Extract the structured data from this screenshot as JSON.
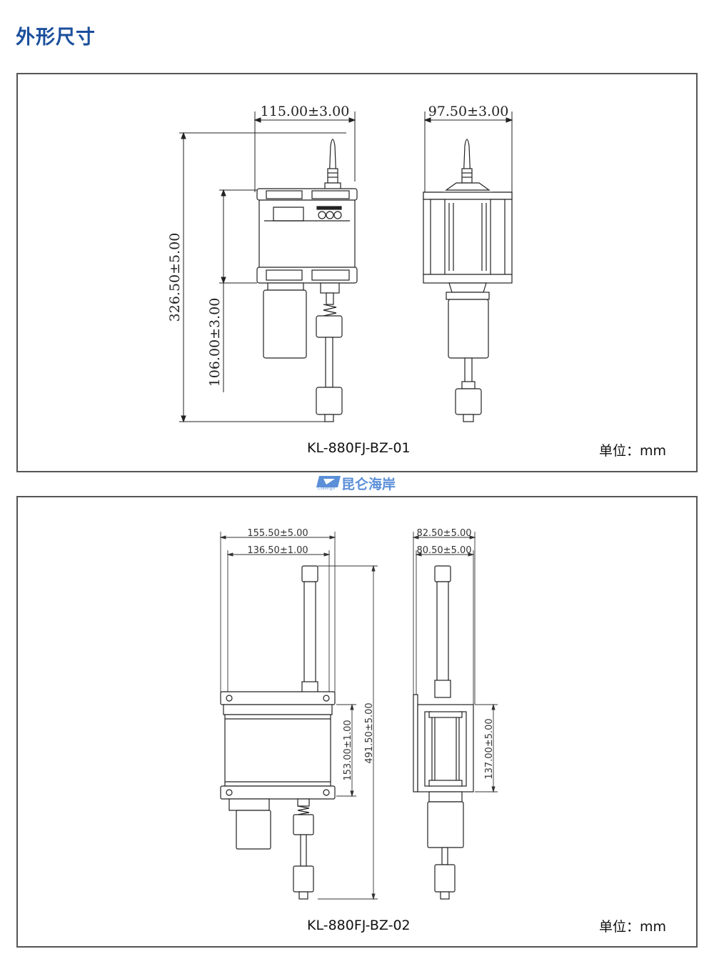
{
  "page": {
    "title": "外形尺寸"
  },
  "panel1": {
    "model": "KL-880FJ-BZ-01",
    "unit": "单位：mm",
    "dims": {
      "front_width": "115.00±3.00",
      "side_width": "97.50±3.00",
      "total_height": "326.50±5.00",
      "body_height": "106.00±3.00"
    }
  },
  "panel2": {
    "model": "KL-880FJ-BZ-02",
    "unit": "单位：mm",
    "dims": {
      "front_outer_width": "155.50±5.00",
      "front_inner_width": "136.50±1.00",
      "side_outer_width": "82.50±5.00",
      "side_inner_width": "80.50±5.00",
      "body_height": "153.00±1.00",
      "total_height": "491.50±5.00",
      "side_body_height": "137.00±5.00"
    }
  },
  "logo": {
    "text": "昆仑海岸",
    "sub": "Collingh",
    "color": "#5b8fd8"
  },
  "colors": {
    "title": "#1b4f9c",
    "border": "#555555",
    "line": "#222222"
  }
}
